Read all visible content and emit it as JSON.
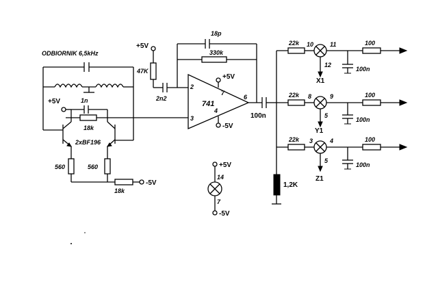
{
  "title": "ODBIORNIK 6,5kHz",
  "supply": {
    "pos": "+5V",
    "neg": "-5V"
  },
  "opamp": {
    "name": "741",
    "pin2": "2",
    "pin3": "3",
    "pin4": "4",
    "pin6": "6",
    "pin7": "7"
  },
  "components": {
    "c_18p": "18p",
    "r_330k": "330k",
    "r_47k": "47K",
    "c_2n2": "2n2",
    "c_1n": "1n",
    "r_18k_top": "18k",
    "transistors": "2xBF196",
    "r_560_left": "560",
    "r_560_right": "560",
    "r_18k_bottom": "18k",
    "c_100n_out": "100n",
    "r_1k2": "1,2K"
  },
  "channels": [
    {
      "r_in": "22k",
      "pin_in": "10",
      "pin_out": "11",
      "pin_bottom": "12",
      "r_out": "100",
      "cap": "100n",
      "label": "X1"
    },
    {
      "r_in": "22k",
      "pin_in": "8",
      "pin_out": "9",
      "pin_bottom": "5",
      "r_out": "100",
      "cap": "100n",
      "label": "Y1"
    },
    {
      "r_in": "22k",
      "pin_in": "3",
      "pin_out": "4",
      "pin_bottom": "5",
      "r_out": "100",
      "cap": "100n",
      "label": "Z1"
    }
  ],
  "lamp": {
    "pin_top": "14",
    "pin_bottom": "7"
  }
}
